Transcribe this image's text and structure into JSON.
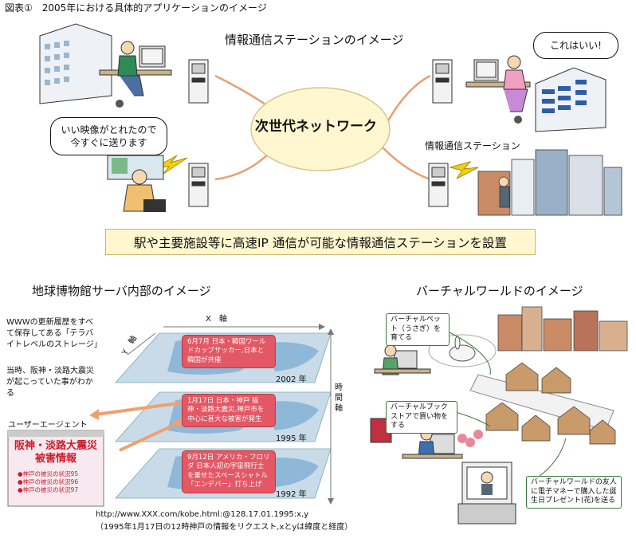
{
  "figure_title": "図表①　2005年における具体的アプリケーションのイメージ",
  "section1": {
    "title": "情報通信ステーションのイメージ",
    "network_label": "次世代ネットワーク",
    "bubble_left": "いい映像がとれたので今すぐに送ります",
    "bubble_right": "これはいい!",
    "station_label": "情報通信ステーション",
    "banner": "駅や主要施設等に高速IP 通信が可能な情報通信ステーションを設置"
  },
  "section2": {
    "title": "地球博物館サーバ内部のイメージ",
    "note1": "WWWの更新履歴をすべて保存してある「テラバイトレベルのストレージ」",
    "note2": "当時、阪神・淡路大震災が起こっていた事がわかる",
    "x_axis": "X　軸",
    "y_axis": "Y　軸",
    "time_axis": "時間軸",
    "agent_title": "ユーザーエージェント",
    "agent_headline": "阪神・淡路大震災被害情報",
    "agent_lines": [
      "●神戸の被災の状況95",
      "●神戸の被災の状況96",
      "●神戸の被災の状況97"
    ],
    "layers": [
      {
        "text": "6月7月 日本・韓国ワールドカップサッカー,日本と韓国が共催",
        "year": "2002 年"
      },
      {
        "text": "1月17日 日本・神戸 阪神・淡路大震災,神戸市を中心に甚大な被害が発生",
        "year": "1995 年"
      },
      {
        "text": "9月12日 アメリカ・フロリダ 日本人初の宇宙飛行士を乗せたスペースシャトル「エンデバー」打ち上げ",
        "year": "1992 年"
      }
    ],
    "url": "http://www.XXX.com/kobe.html:@128.17.01.1995:x,y",
    "url_note": "（1995年1月17日の12時神戸の情報をリクエスト,xとyは緯度と経度）"
  },
  "section3": {
    "title": "バーチャルワールドのイメージ",
    "label_pet": "バーチャルペット（うさぎ）を育てる",
    "label_book": "バーチャルブックストアで買い物をする",
    "label_gift": "バーチャルワールドの友人に電子マネーで購入した誕生日プレゼント(花)を送る"
  },
  "colors": {
    "banner_bg": "#fff7cf",
    "red_box": "#e45764",
    "arrow": "#f0a070",
    "map_blue": "#8fb8d8"
  }
}
